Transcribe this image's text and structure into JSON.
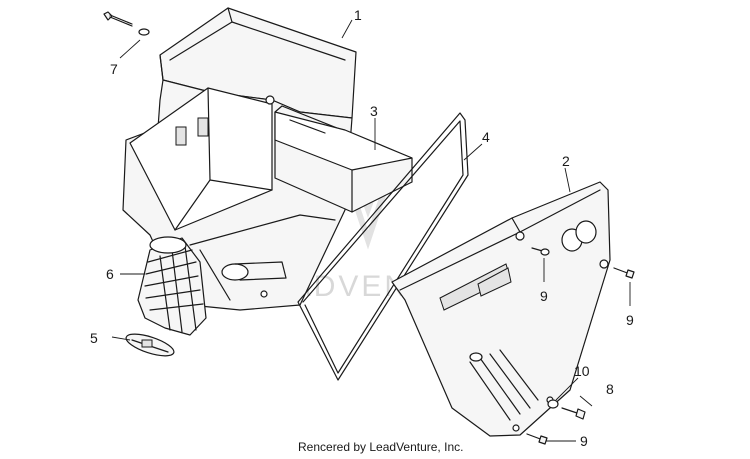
{
  "watermark": "LEADVENTURE",
  "footer": "Rencered by LeadVenture, Inc.",
  "callouts": [
    "1",
    "2",
    "3",
    "4",
    "5",
    "6",
    "7",
    "8",
    "9",
    "9",
    "9",
    "10"
  ]
}
